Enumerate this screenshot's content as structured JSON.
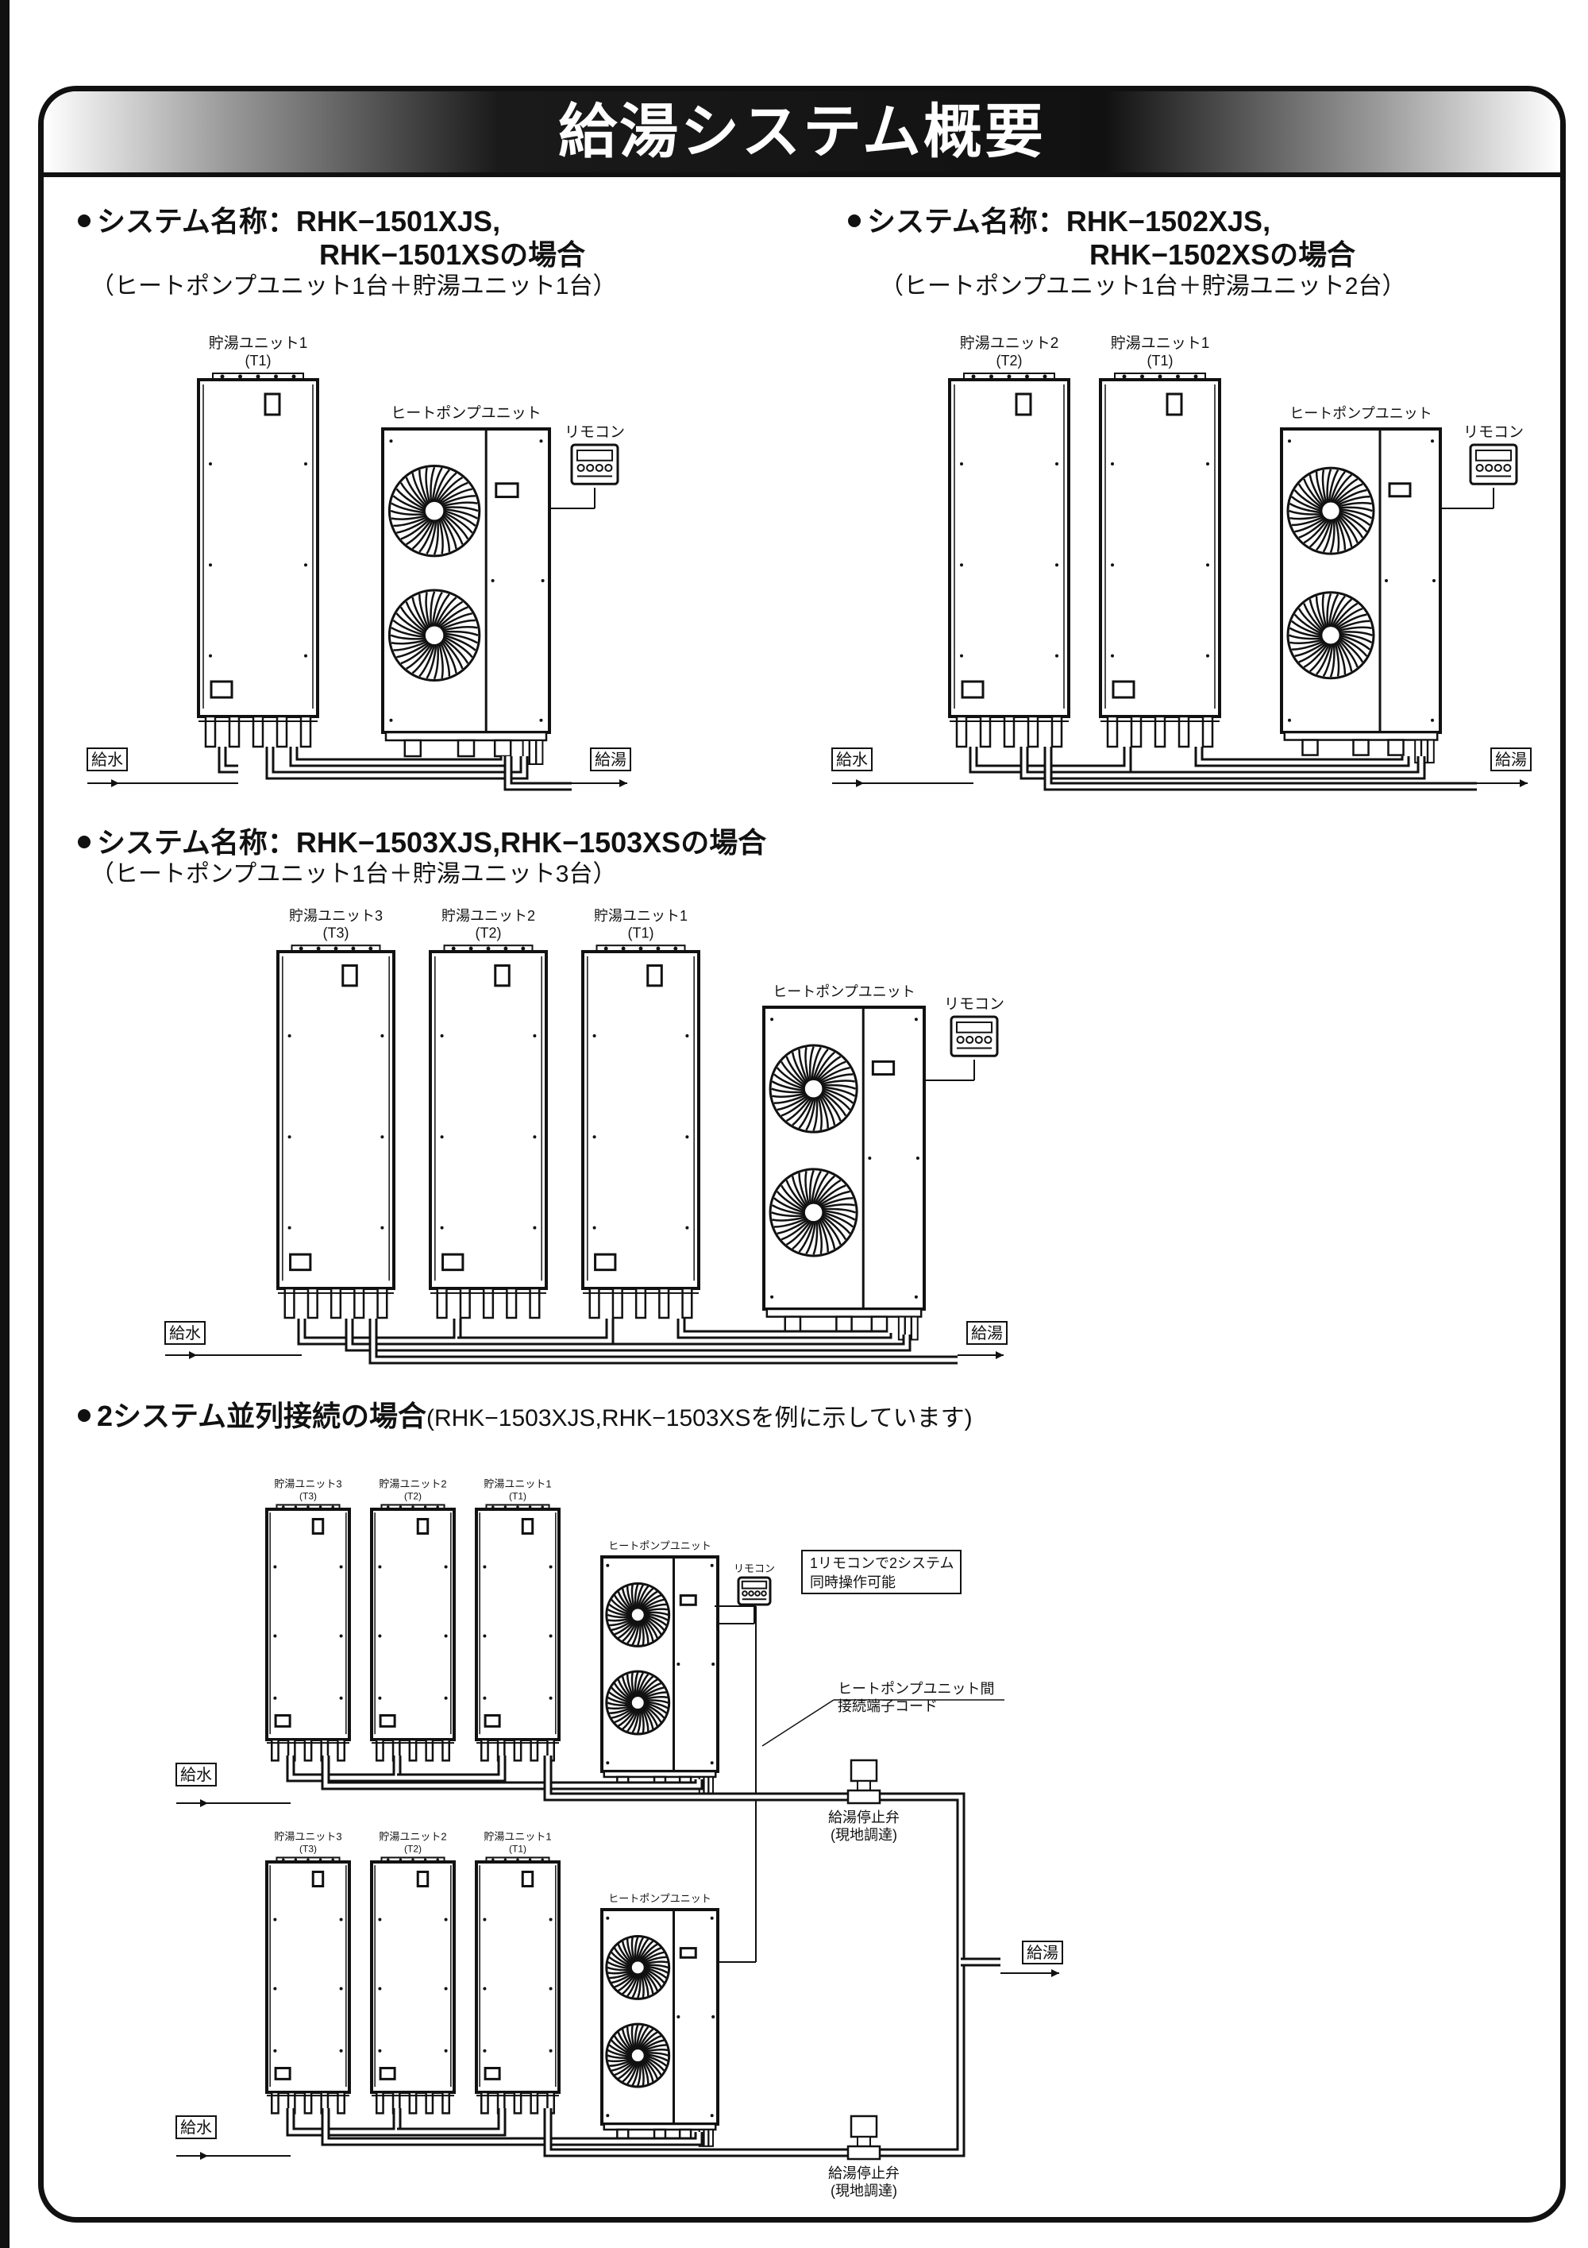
{
  "title": "給湯システム概要",
  "sections": [
    {
      "heading": "システム名称：RHK−1501XJS,",
      "heading2": "RHK−1501XSの場合",
      "sub": "（ヒートポンプユニット1台＋貯湯ユニット1台）",
      "tanks": [
        {
          "name": "貯湯ユニット1",
          "code": "(T1)"
        }
      ],
      "heat_pump": "ヒートポンプユニット",
      "remote": "リモコン",
      "water_in": "給水",
      "water_out": "給湯"
    },
    {
      "heading": "システム名称：RHK−1502XJS,",
      "heading2": "RHK−1502XSの場合",
      "sub": "（ヒートポンプユニット1台＋貯湯ユニット2台）",
      "tanks": [
        {
          "name": "貯湯ユニット2",
          "code": "(T2)"
        },
        {
          "name": "貯湯ユニット1",
          "code": "(T1)"
        }
      ],
      "heat_pump": "ヒートポンプユニット",
      "remote": "リモコン",
      "water_in": "給水",
      "water_out": "給湯"
    },
    {
      "heading": "システム名称：RHK−1503XJS,RHK−1503XSの場合",
      "sub": "（ヒートポンプユニット1台＋貯湯ユニット3台）",
      "tanks": [
        {
          "name": "貯湯ユニット3",
          "code": "(T3)"
        },
        {
          "name": "貯湯ユニット2",
          "code": "(T2)"
        },
        {
          "name": "貯湯ユニット1",
          "code": "(T1)"
        }
      ],
      "heat_pump": "ヒートポンプユニット",
      "remote": "リモコン",
      "water_in": "給水",
      "water_out": "給湯"
    },
    {
      "heading": "2システム並列接続の場合",
      "note": "(RHK−1503XJS,RHK−1503XSを例に示しています)",
      "tanks": [
        {
          "name": "貯湯ユニット3",
          "code": "(T3)"
        },
        {
          "name": "貯湯ユニット2",
          "code": "(T2)"
        },
        {
          "name": "貯湯ユニット1",
          "code": "(T1)"
        }
      ],
      "heat_pump": "ヒートポンプユニット",
      "remote": "リモコン",
      "remote_note": [
        "1リモコンで2システム",
        "同時操作可能"
      ],
      "cord_label": [
        "ヒートポンプユニット間",
        "接続端子コード"
      ],
      "valve_label": [
        "給湯停止弁",
        "(現地調達)"
      ],
      "water_in": "給水",
      "water_out": "給湯"
    }
  ]
}
